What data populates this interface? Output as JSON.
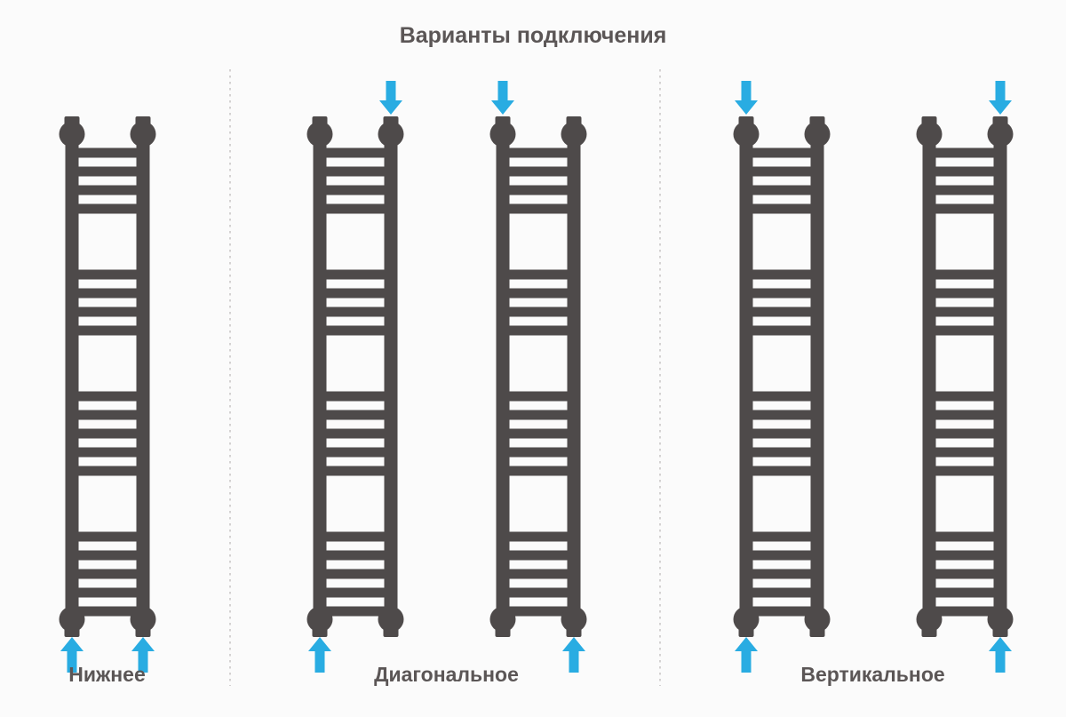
{
  "title": "Варианты подключения",
  "colors": {
    "background": "#FBFBFB",
    "radiator": "#4E4A4A",
    "arrow": "#29ACE2",
    "text": "#5B5656",
    "divider": "#D4D2D2"
  },
  "variants": [
    {
      "label": "Нижнее",
      "radiators": [
        {
          "arrows": [
            "bottom-left",
            "bottom-right"
          ]
        }
      ]
    },
    {
      "label": "Диагональное",
      "radiators": [
        {
          "arrows": [
            "top-right",
            "bottom-left"
          ]
        },
        {
          "arrows": [
            "top-left",
            "bottom-right"
          ]
        }
      ]
    },
    {
      "label": "Вертикальное",
      "radiators": [
        {
          "arrows": [
            "top-left",
            "bottom-left"
          ]
        },
        {
          "arrows": [
            "top-right",
            "bottom-right"
          ]
        }
      ]
    }
  ]
}
